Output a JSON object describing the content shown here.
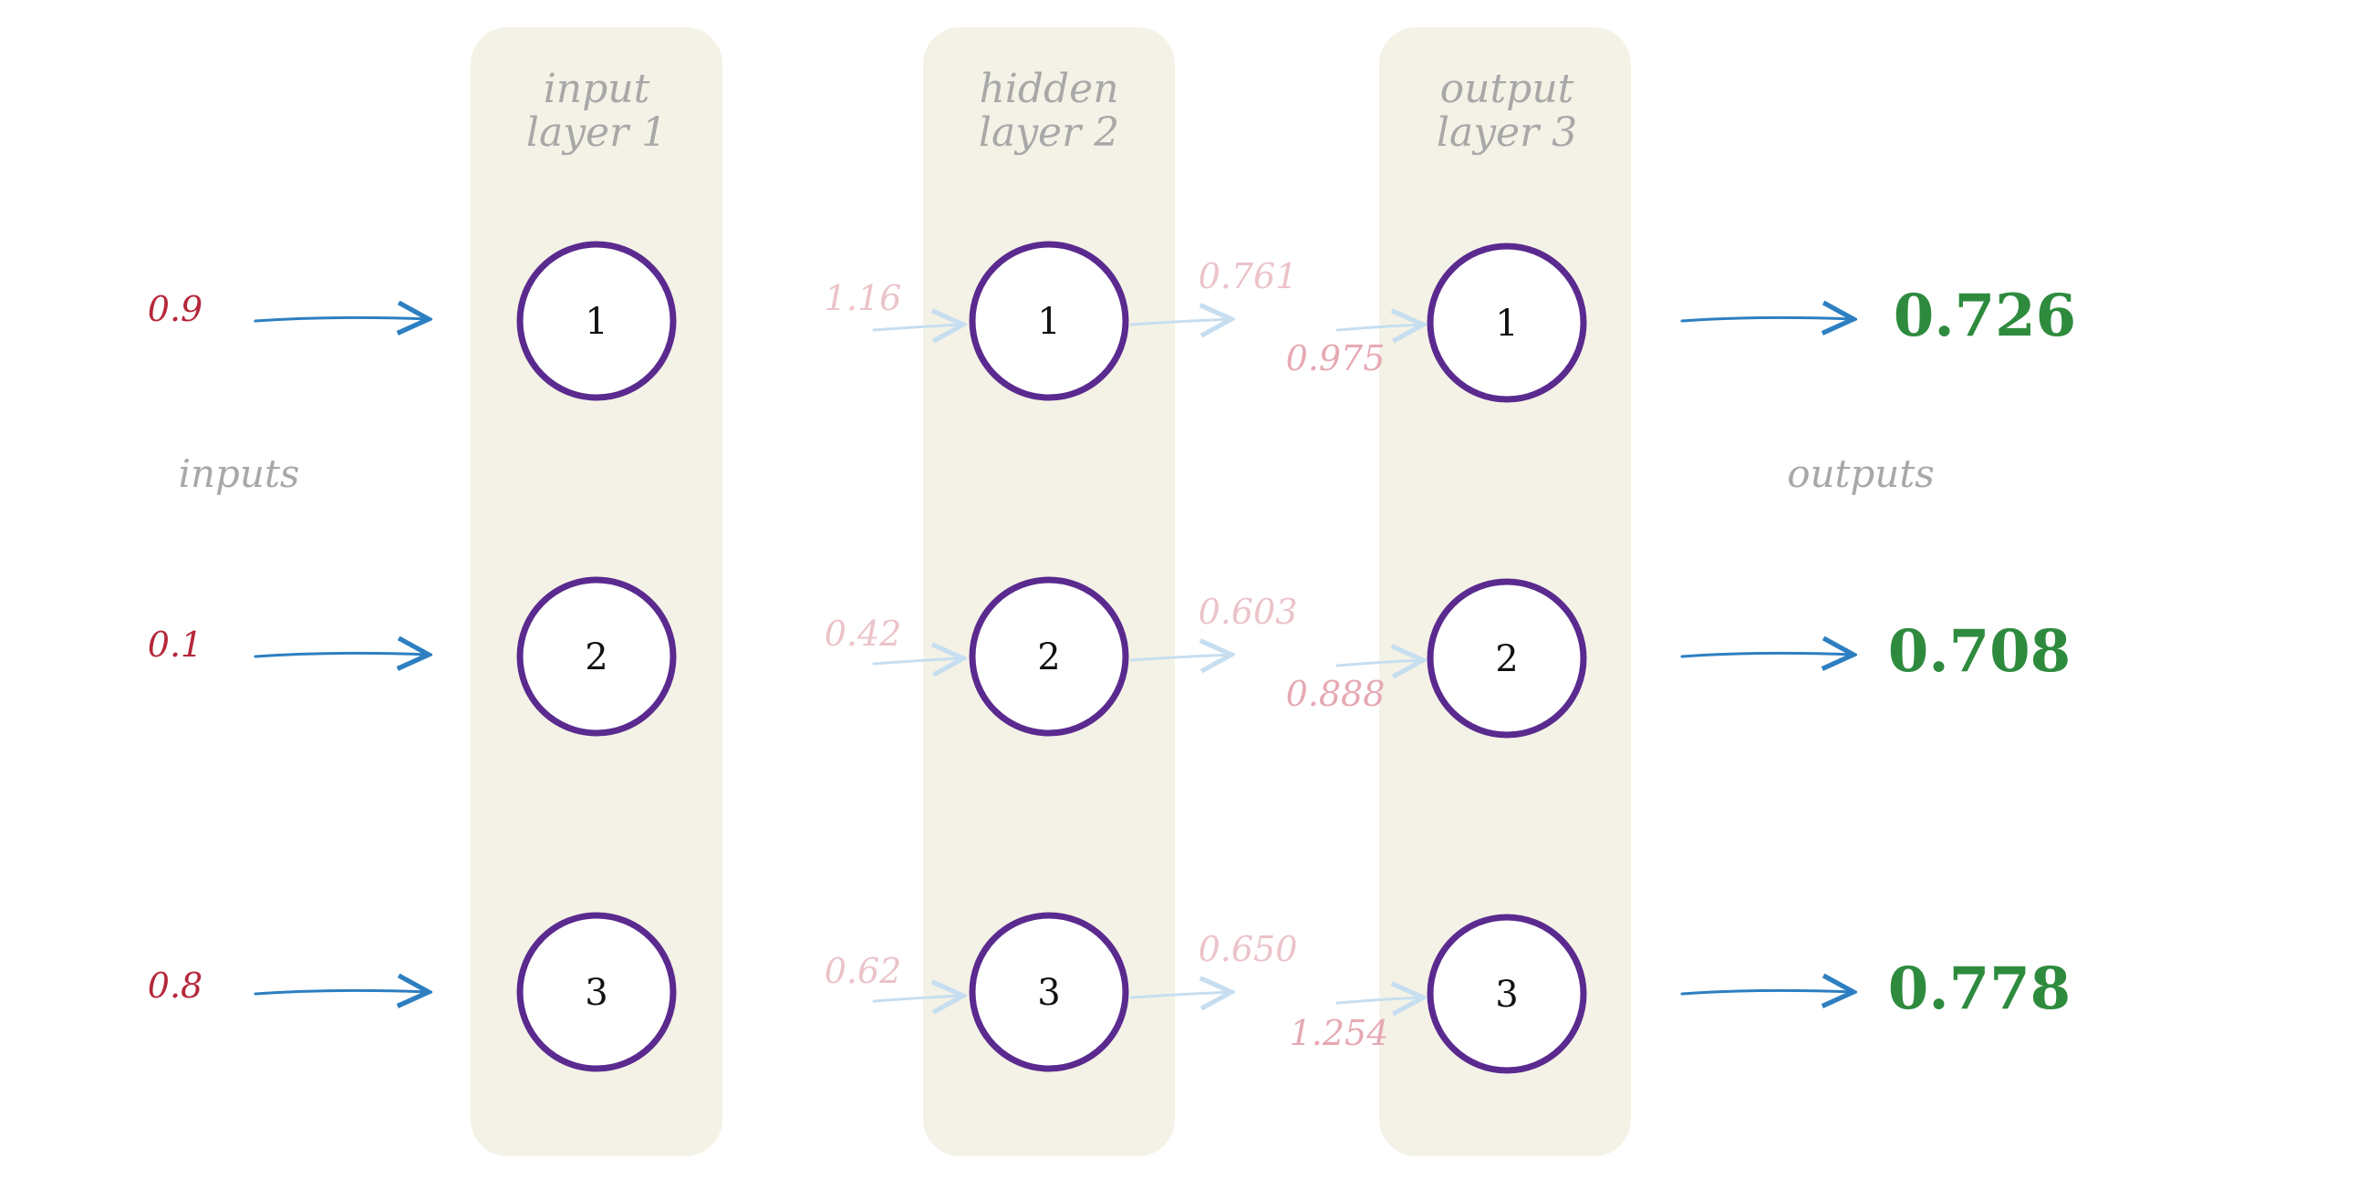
{
  "diagram": {
    "layers": [
      {
        "title_line1": "input",
        "title_line2": "layer 1",
        "nodes": [
          "1",
          "2",
          "3"
        ]
      },
      {
        "title_line1": "hidden",
        "title_line2": "layer 2",
        "nodes": [
          "1",
          "2",
          "3"
        ]
      },
      {
        "title_line1": "output",
        "title_line2": "layer 3",
        "nodes": [
          "1",
          "2",
          "3"
        ]
      }
    ],
    "inputs_label": "inputs",
    "outputs_label": "outputs",
    "input_values": [
      "0.9",
      "0.1",
      "0.8"
    ],
    "hidden_inputs": [
      "1.16",
      "0.42",
      "0.62"
    ],
    "hidden_outputs": [
      "0.761",
      "0.603",
      "0.650"
    ],
    "output_layer_inputs": [
      "0.975",
      "0.888",
      "1.254"
    ],
    "output_values": [
      "0.726",
      "0.708",
      "0.778"
    ],
    "colors": {
      "panel": "#f4f2e6",
      "node_ring": "#5a2a8f",
      "arrow": "#2d7fc1",
      "input_value": "#b5283a",
      "output_value": "#2e8b3e",
      "label": "#a8a8a8"
    }
  }
}
